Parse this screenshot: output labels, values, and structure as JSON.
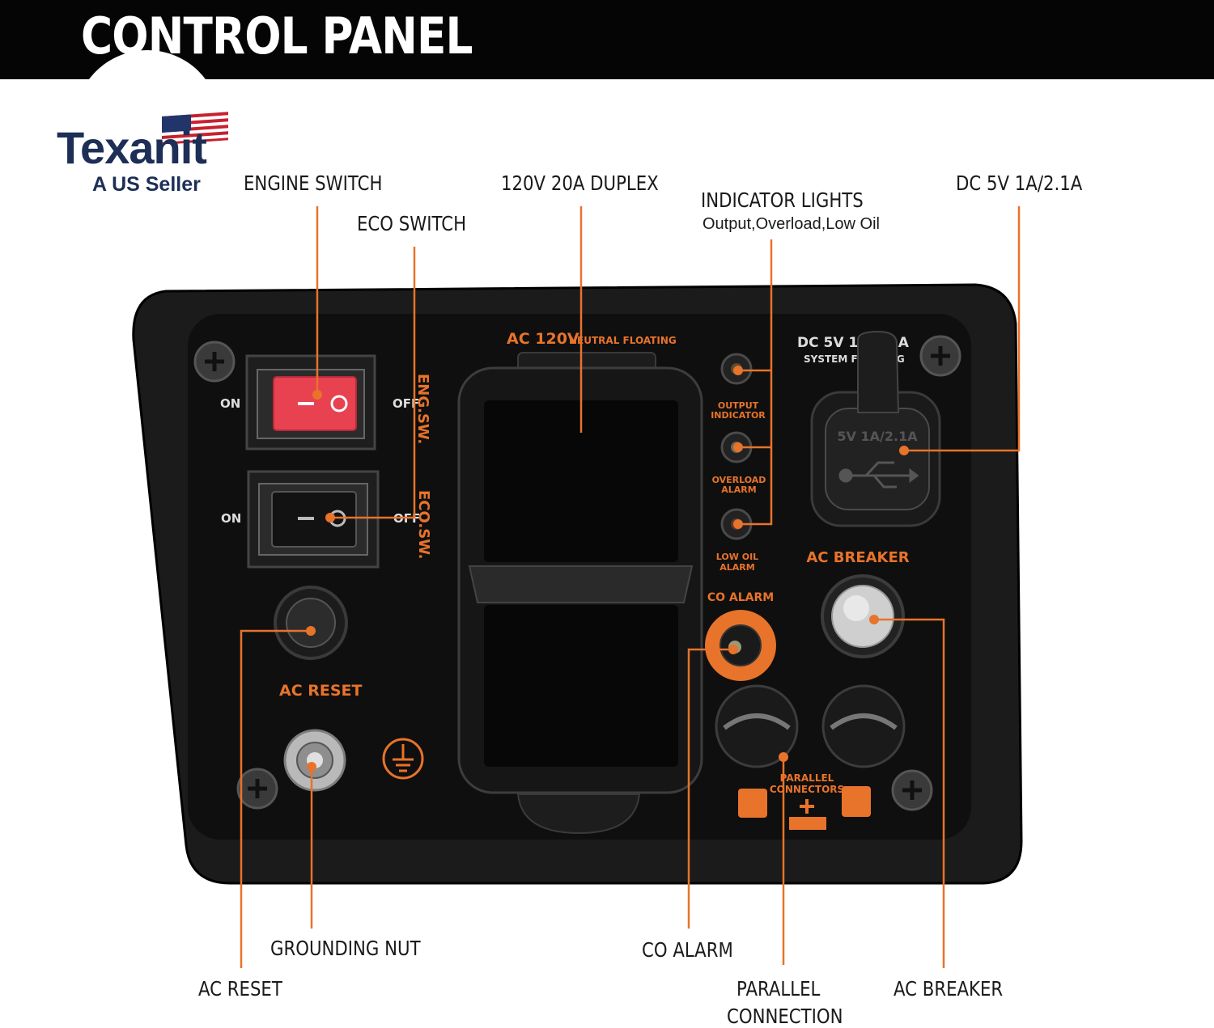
{
  "header": {
    "title": "CONTROL PANEL"
  },
  "brand": {
    "name": "Texanit",
    "tagline": "A US Seller"
  },
  "callouts": {
    "engine_switch": "ENGINE SWITCH",
    "eco_switch": "ECO SWITCH",
    "duplex": "120V 20A DUPLEX",
    "indicator_lights": "INDICATOR LIGHTS",
    "indicator_lights_sub": "Output,Overload,Low Oil",
    "dc_usb": "DC 5V 1A/2.1A",
    "ac_reset": "AC RESET",
    "grounding_nut": "GROUNDING NUT",
    "co_alarm": "CO ALARM",
    "parallel_line1": "PARALLEL",
    "parallel_line2": "CONNECTION",
    "ac_breaker": "AC BREAKER"
  },
  "panel": {
    "on_label": "ON",
    "off_label": "OFF",
    "eng_sw": "ENG.SW.",
    "eco_sw": "ECO.SW.",
    "ac_120v": "AC 120V",
    "neutral_floating": "NEUTRAL FLOATING",
    "dc_5v": "DC 5V 1A/2.1A",
    "system_floating": "SYSTEM FLOATING",
    "output_indicator_1": "OUTPUT",
    "output_indicator_2": "INDICATOR",
    "overload_alarm_1": "OVERLOAD",
    "overload_alarm_2": "ALARM",
    "low_oil_1": "LOW OIL",
    "low_oil_2": "ALARM",
    "co_alarm": "CO ALARM",
    "ac_breaker": "AC BREAKER",
    "ac_reset": "AC RESET",
    "parallel_1": "PARALLEL",
    "parallel_2": "CONNECTORS",
    "usb_cap": "5V 1A/2.1A"
  },
  "colors": {
    "accent": "#e8732a",
    "switch_red": "#e84150",
    "panel": "#111111",
    "brand": "#1d2f56"
  }
}
